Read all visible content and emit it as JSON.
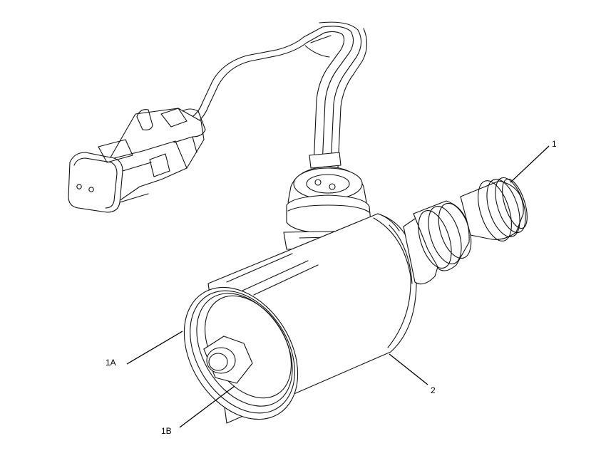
{
  "callouts": {
    "c1": "1",
    "c1a": "1A",
    "c1b": "1B",
    "c2": "2"
  }
}
